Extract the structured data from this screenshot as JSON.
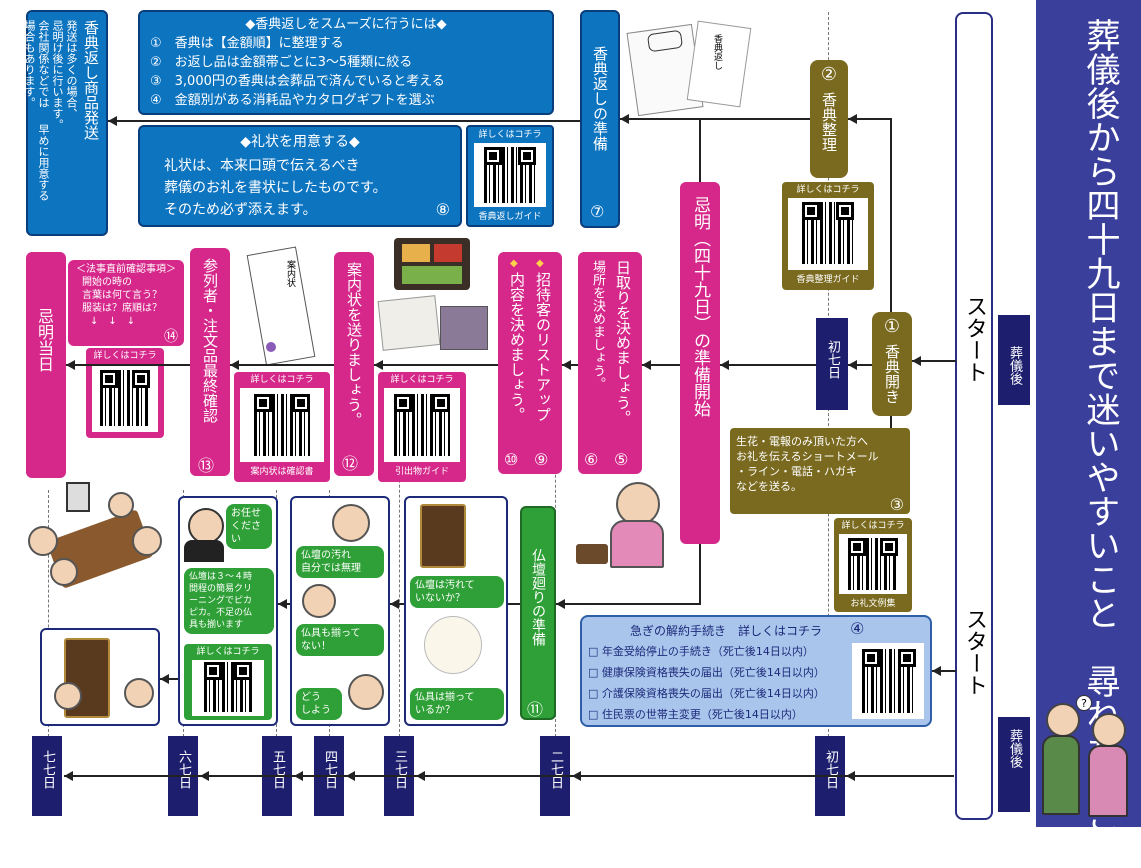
{
  "title": "葬儀後から四十九日まで迷いやすいこと　尋ねたいこと",
  "start_label": "スタート",
  "sogigo_label": "葬儀後",
  "days": {
    "shonanoka": "初七日",
    "futananoka": "二七日",
    "minanoka": "三七日",
    "yonanoka": "四七日",
    "itsunanoka": "五七日",
    "munanoka": "六七日",
    "nanananoka": "七七日"
  },
  "qr_caption": "詳しくはコチラ",
  "steps": {
    "s1": {
      "num": "①",
      "text": "香典開き"
    },
    "s2": {
      "num": "②",
      "text": "香典整理",
      "guide": "香典整理ガイド"
    },
    "s3": {
      "lines": [
        "生花・電報のみ頂いた方へ",
        "お礼を伝えるショートメール",
        "・ライン・電話・ハガキ",
        "などを送る。"
      ],
      "num": "③",
      "guide": "お礼文例集"
    },
    "s4": {
      "title": "急ぎの解約手続き　詳しくはコチラ",
      "num": "④",
      "items": [
        {
          "label": "年金受給停止の手続き",
          "limit": "（死亡後14日以内）"
        },
        {
          "label": "健康保険資格喪失の届出",
          "limit": "（死亡後14日以内）"
        },
        {
          "label": "介護保険資格喪失の届出",
          "limit": "（死亡後14日以内）"
        },
        {
          "label": "住民票の世帯主変更",
          "limit": "（死亡後14日以内）"
        }
      ]
    },
    "s56": {
      "col1": "日取りを決めましょう。",
      "col2": "場所を決めましょう。",
      "num1": "⑥",
      "num2": "⑤"
    },
    "kimyo": "忌明（四十九日）の準備開始",
    "s7": {
      "text": "香典返しの準備",
      "num": "⑦",
      "guide": "香典返しガイド"
    },
    "kodenbox": {
      "header": "◆香典返しをスムーズに行うには◆",
      "lines": [
        "①　香典は【金額順】に整理する",
        "②　お返し品は金額帯ごとに3～5種類に絞る",
        "③　3,000円の香典は会葬品で済んでいると考える",
        "④　金額別がある消耗品やカタログギフトを選ぶ"
      ]
    },
    "s8": {
      "header": "◆礼状を用意する◆",
      "lines": [
        "礼状は、本来口頭で伝えるべき",
        "葬儀のお礼を書状にしたものです。",
        "そのため必ず添えます。"
      ],
      "num": "⑧"
    },
    "hasso": {
      "col1": "香典返し商品発送",
      "body": [
        "発送は多くの場合、",
        "忌明け後に行います。",
        "会社関係などでは",
        "早めに用意する",
        "場合もあります。"
      ]
    },
    "s910": {
      "col1": "招待客のリストアップ",
      "col2": "内容を決めましょう。",
      "num1": "⑨",
      "num2": "⑩"
    },
    "s11": {
      "text": "仏壇廻りの準備",
      "num": "⑪"
    },
    "s12": {
      "text": "案内状を送りましょう。",
      "num": "⑫",
      "guide": "引出物ガイド"
    },
    "s13": {
      "text": "参列者・注文品最終確認",
      "num": "⑬",
      "guide": "案内状は確認書"
    },
    "s14": {
      "header": "＜法事直前確認事項＞",
      "lines": [
        "開始の時の",
        "言葉は何て言う？",
        "服装は？席順は？"
      ],
      "arrows": "↓　↓　↓",
      "num": "⑭"
    },
    "kimyo_day": "忌明当日"
  },
  "butsudan": {
    "q1": [
      "仏壇は汚れて",
      "いないか？"
    ],
    "q2": [
      "仏具は揃って",
      "いるか？"
    ],
    "a1": [
      "仏壇の汚れ",
      "自分では無理"
    ],
    "a2": [
      "仏具も揃って",
      "ない！"
    ],
    "a3": [
      "どう",
      "しよう"
    ],
    "b1": [
      "お任せ",
      "ください"
    ],
    "b2": [
      "仏壇は３～４時",
      "間程の簡易クリ",
      "ーニングでピカ",
      "ピカ。不足の仏",
      "具も揃います"
    ]
  },
  "envelope_title": "香典返し",
  "letter_title": "案内状"
}
